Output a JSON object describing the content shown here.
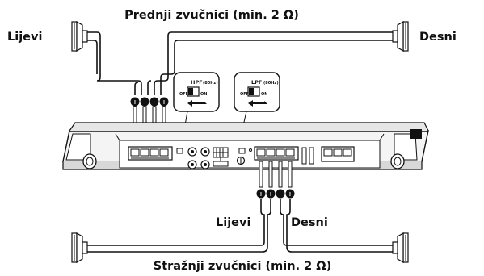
{
  "labels": {
    "front_title": "Prednji zvučnici (min. 2 Ω)",
    "left_front": "Lijevi",
    "right_front": "Desni",
    "left_rear": "Lijevi",
    "right_rear": "Desni",
    "rear_title": "Stražnji zvučnici (min. 2 Ω)"
  },
  "switches": {
    "hpf": {
      "title": "HPF",
      "freq": "(80Hz)",
      "off": "OFF",
      "on": "ON"
    },
    "lpf": {
      "title": "LPF",
      "freq": "(80Hz)",
      "off": "OFF",
      "on": "ON"
    }
  },
  "polarity": {
    "front": [
      "+",
      "−",
      "−",
      "+"
    ],
    "rear": [
      "+",
      "+",
      "−",
      "+"
    ]
  },
  "colors": {
    "ink": "#111111",
    "panel": "#f4f4f4",
    "shade": "#d8d8d8"
  },
  "icons": [
    "speaker-icon",
    "slide-switch-icon",
    "arrow-left-icon",
    "terminal-icon",
    "rca-jack-icon"
  ]
}
